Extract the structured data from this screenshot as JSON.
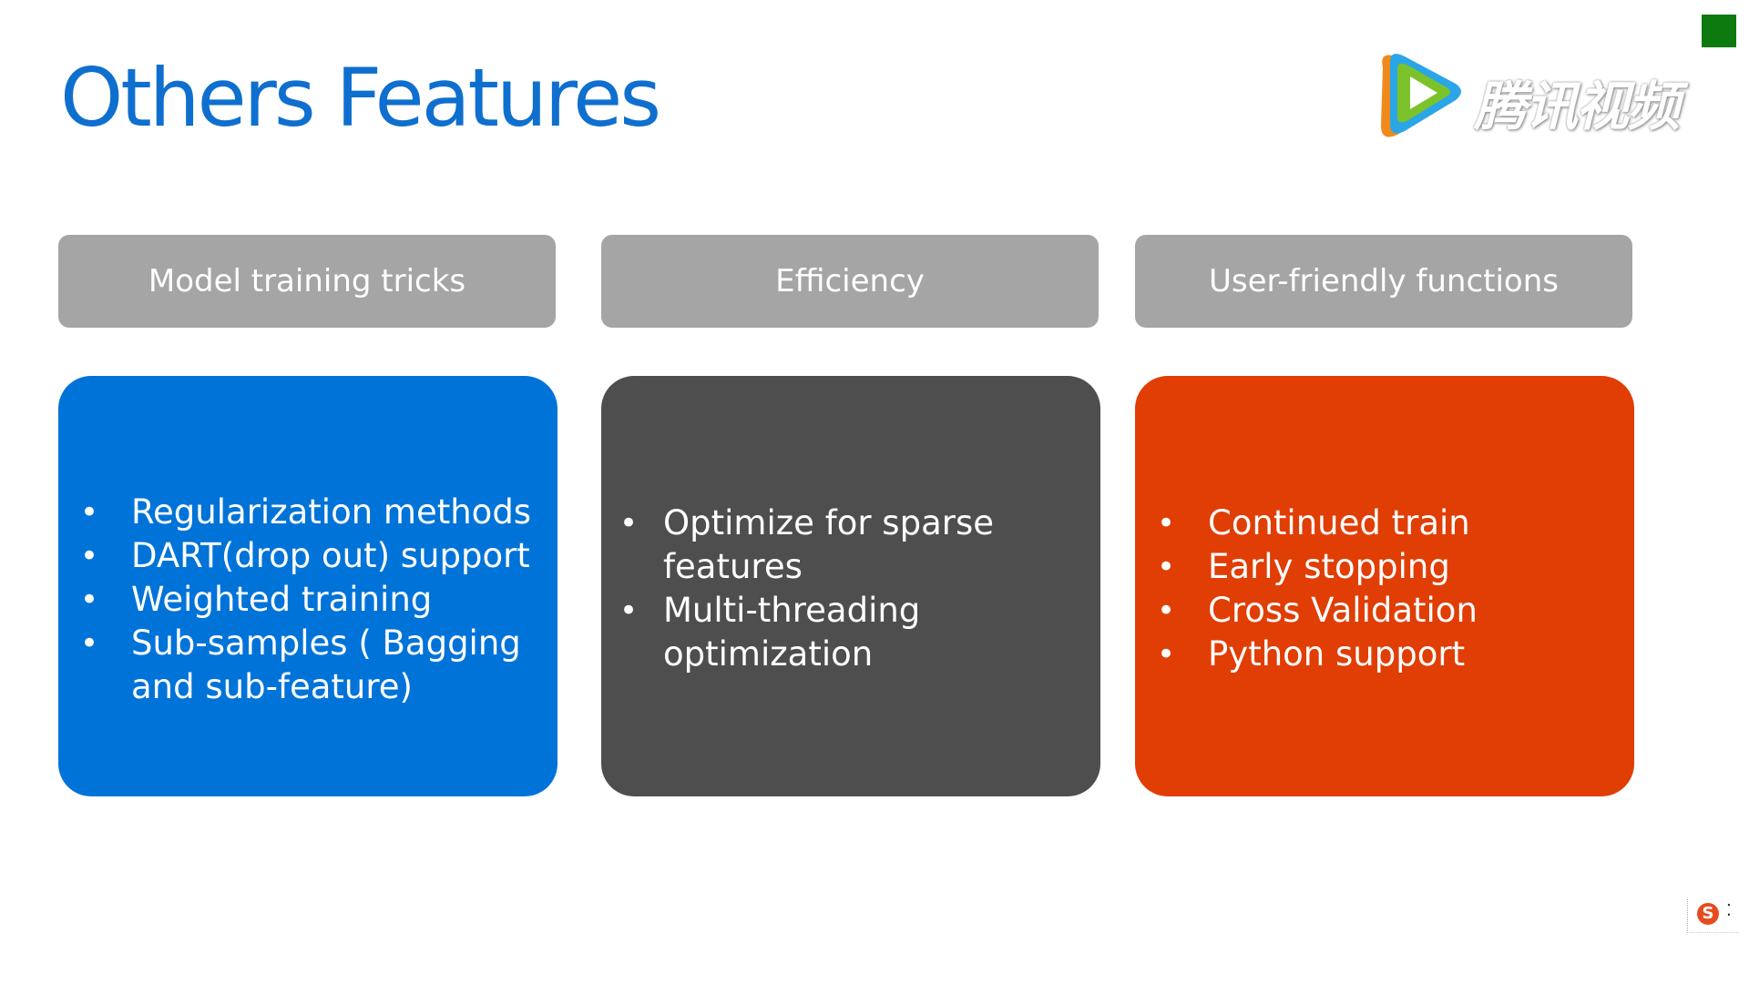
{
  "title": "Others Features",
  "columns": [
    {
      "header": "Model training tricks",
      "color": "#0073d8",
      "items": [
        "Regularization methods",
        "DART(drop out) support",
        "Weighted training",
        "Sub-samples ( Bagging and sub-feature)"
      ]
    },
    {
      "header": "Efficiency",
      "color": "#4e4e4e",
      "items": [
        "Optimize for sparse features",
        "Multi-threading optimization"
      ]
    },
    {
      "header": "User-friendly functions",
      "color": "#e03e04",
      "items": [
        "Continued train",
        "Early stopping",
        "Cross Validation",
        "Python support"
      ]
    }
  ],
  "watermark": {
    "text": "腾讯视频",
    "icon": "play-icon"
  },
  "overlay": {
    "ime_icon": "sogou-ime-icon",
    "ime_letter": "S",
    "ime_extra": "⁚",
    "corner_icon": "green-square-icon"
  },
  "colors": {
    "title": "#0f6fcf",
    "header_bg": "#a5a5a5",
    "watermark_play_orange": "#f08a1c",
    "watermark_play_blue": "#2aa6e6",
    "watermark_play_green": "#7cc22a",
    "corner_square": "#0d7a0f"
  }
}
